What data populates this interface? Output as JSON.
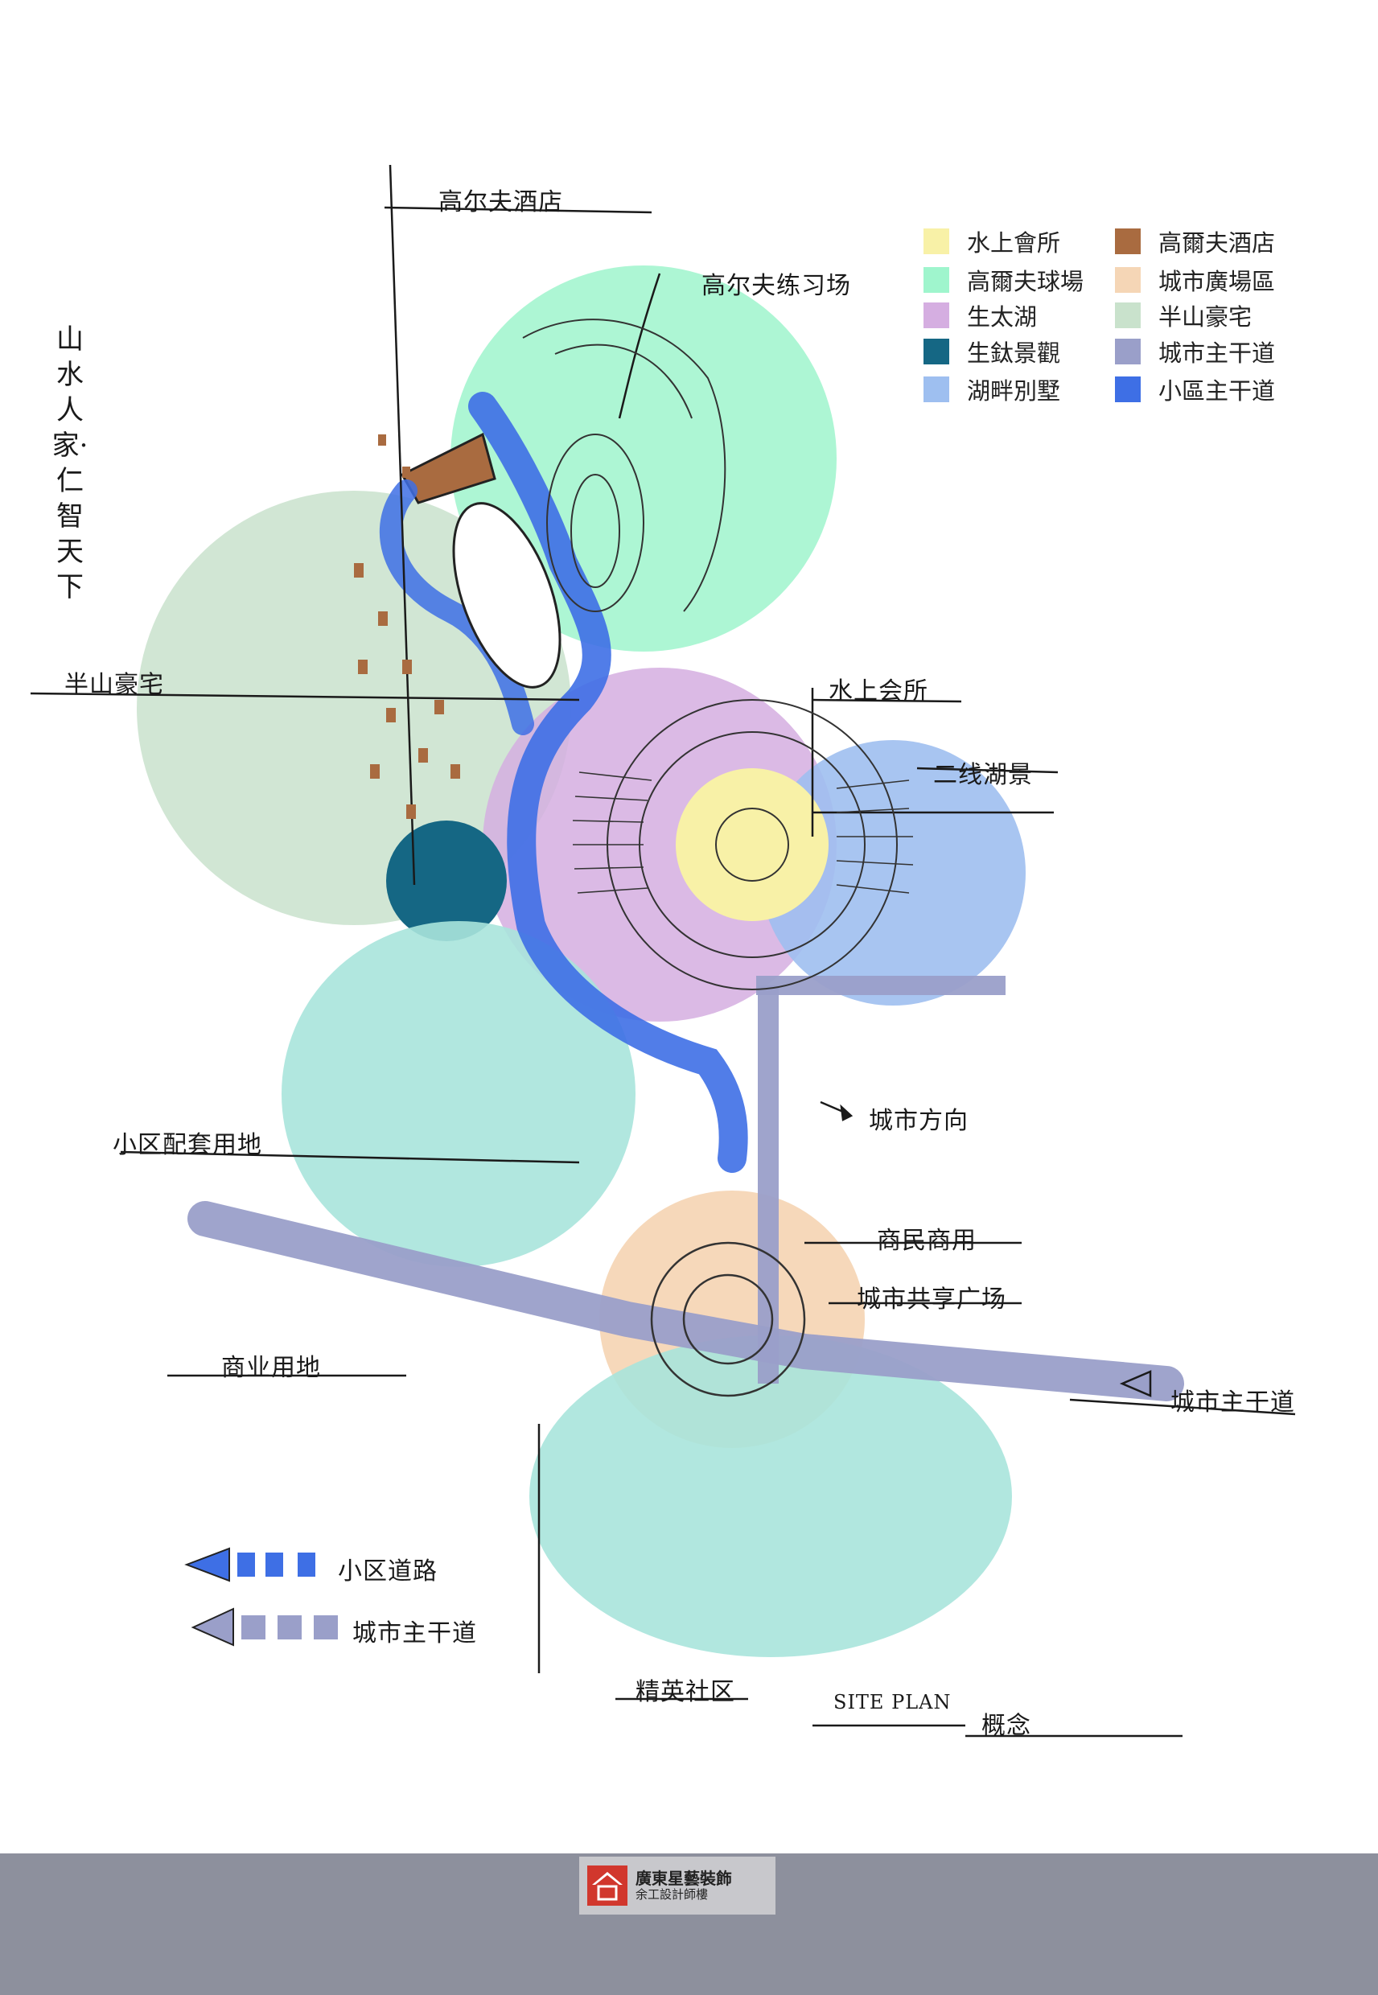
{
  "title_vertical": "山水人家·仁智天下",
  "legend": [
    {
      "label": "水上會所",
      "color": "#f8f1a7"
    },
    {
      "label": "高爾夫球場",
      "color": "#9ff5cd"
    },
    {
      "label": "生太湖",
      "color": "#d5aee1"
    },
    {
      "label": "生鈦景觀",
      "color": "#156784"
    },
    {
      "label": "湖畔別墅",
      "color": "#9ebff0"
    },
    {
      "label": "高爾夫酒店",
      "color": "#a96b40"
    },
    {
      "label": "城市廣場區",
      "color": "#f5d6b6"
    },
    {
      "label": "半山豪宅",
      "color": "#c9e2cc"
    },
    {
      "label": "城市主干道",
      "color": "#9a9fc9"
    },
    {
      "label": "小區主干道",
      "color": "#3e6fe5"
    }
  ],
  "annotations": {
    "golf_hotel": "高尔夫酒店",
    "golf_practice": "高尔夫练习场",
    "halfmountain": "半山豪宅",
    "water_club": "水上会所",
    "lakeview": "二线湖景",
    "city_direction": "城市方向",
    "business_use": "商民商用",
    "city_plaza": "城市共享广场",
    "city_road": "城市主干道",
    "community_service": "小区配套用地",
    "commercial": "商业用地",
    "residential": "精英社区",
    "site_plan": "SITE PLAN",
    "concept": "概念"
  },
  "road_legend": {
    "community_road": "小区道路",
    "city_main_road": "城市主干道"
  },
  "footer": {
    "company_line1": "廣東星藝裝飾",
    "company_line2": "余工設計師樓"
  }
}
